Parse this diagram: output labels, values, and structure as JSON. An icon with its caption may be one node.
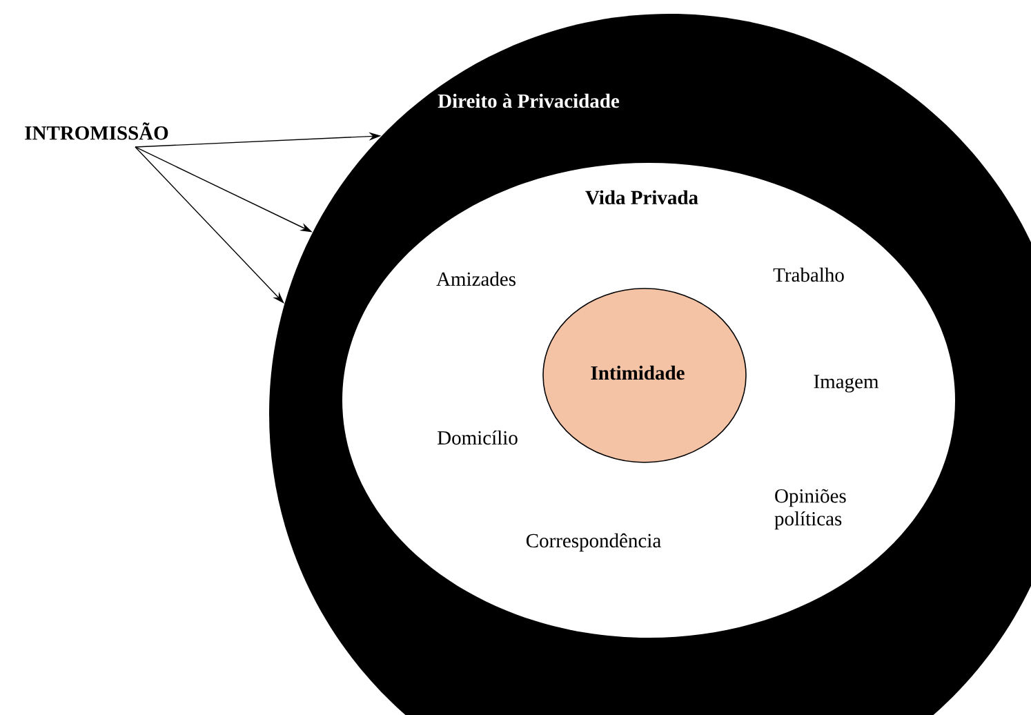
{
  "diagram": {
    "nodes": [
      {
        "text": [
          "INTROMISSÃO"
        ]
      },
      {
        "text": [
          "Direito à Privacidade"
        ]
      },
      {
        "text": [
          "Vida Privada"
        ],
        "in": 1
      },
      {
        "text": [
          "Intimidade"
        ],
        "in": 2
      }
    ],
    "edges": [
      {
        "from": 0,
        "to": 1,
        "arrow": "to"
      },
      {
        "from": 0,
        "to": 1,
        "arrow": "to"
      },
      {
        "from": 0,
        "to": 1,
        "arrow": "to"
      }
    ],
    "labels": [
      "Trabalho",
      "Amizades",
      "Imagem",
      "Domicílio",
      "Opiniões políticas",
      "Correspondência"
    ]
  }
}
